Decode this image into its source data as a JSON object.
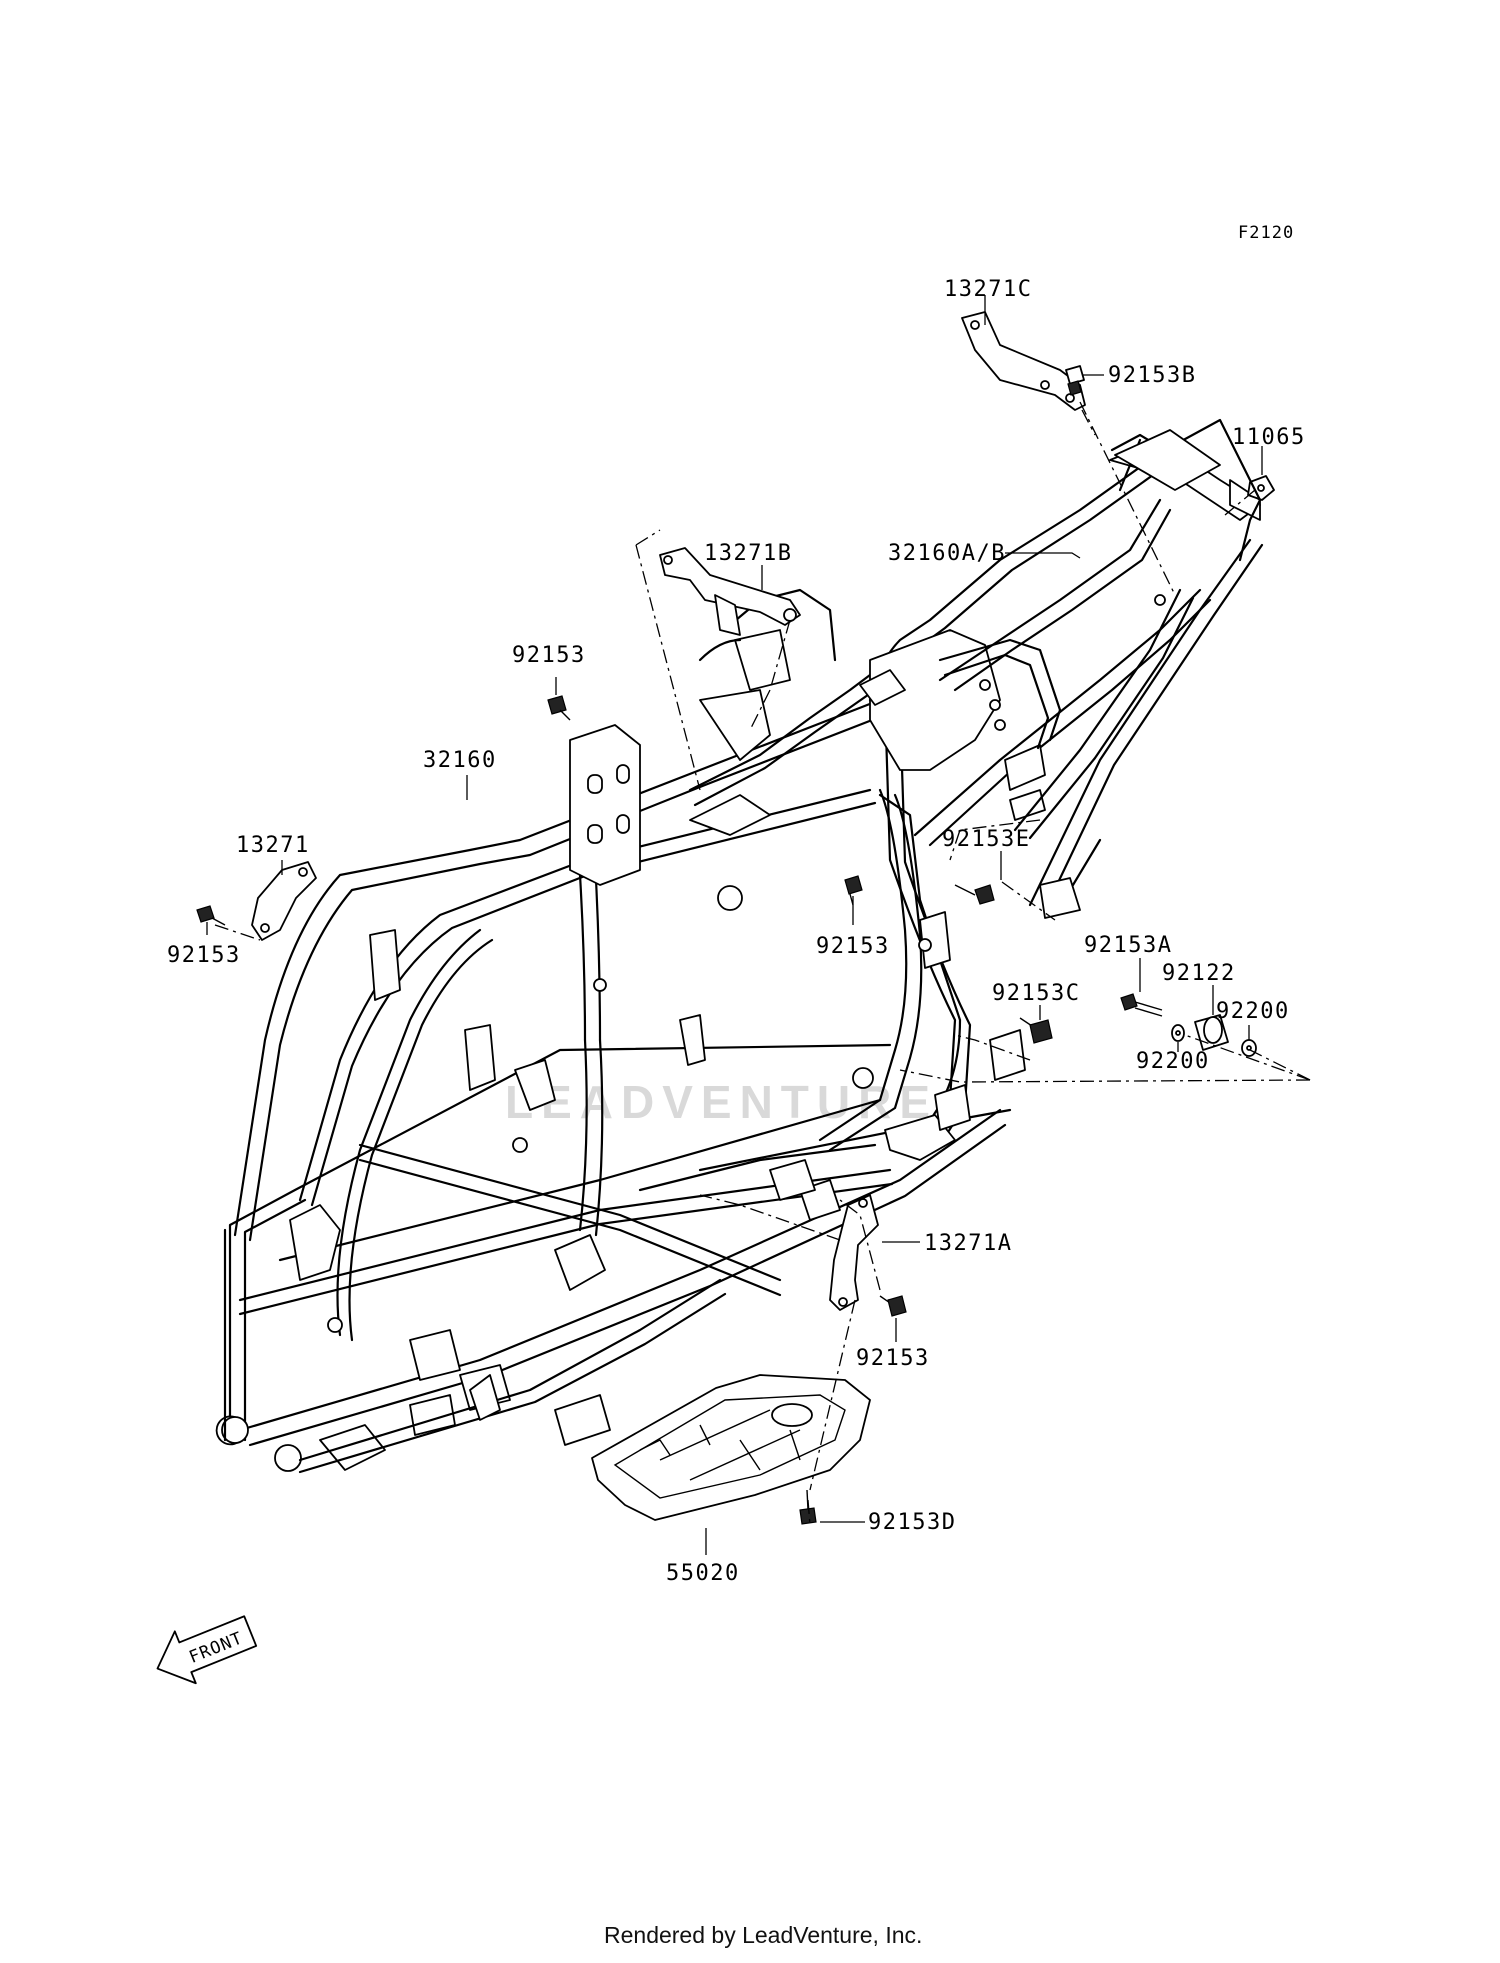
{
  "diagram": {
    "ref_code": "F2120",
    "watermark": "LEADVENTURE",
    "front_marker": "FRONT",
    "footer": "Rendered by LeadVenture, Inc.",
    "part_labels": {
      "p13271C": "13271C",
      "p92153B": "92153B",
      "p11065": "11065",
      "p32160AB": "32160A/B",
      "p13271B": "13271B",
      "p92153_top": "92153",
      "p32160": "32160",
      "p13271": "13271",
      "p92153_left": "92153",
      "p92153E": "92153E",
      "p92153_mid": "92153",
      "p92153A": "92153A",
      "p92122": "92122",
      "p92200_right": "92200",
      "p92153C": "92153C",
      "p92200_mid": "92200",
      "p13271A": "13271A",
      "p92153_low": "92153",
      "p92153D": "92153D",
      "p55020": "55020"
    }
  }
}
